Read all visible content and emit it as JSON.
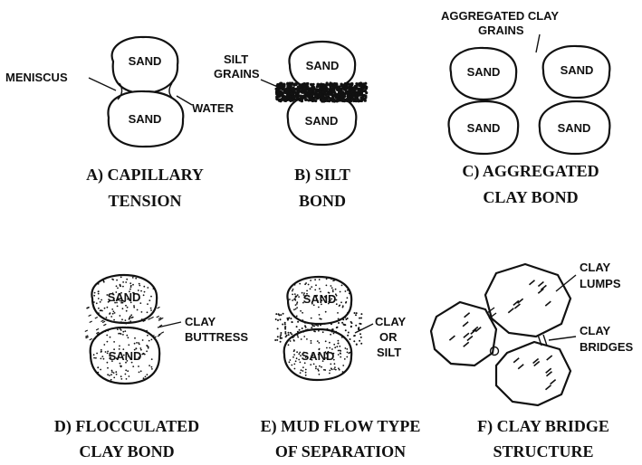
{
  "panels": {
    "a": {
      "caption_line1": "A) CAPILLARY",
      "caption_line2": "TENSION",
      "grain_top": "SAND",
      "grain_bottom": "SAND",
      "label_meniscus": "MENISCUS",
      "label_water": "WATER"
    },
    "b": {
      "caption_line1": "B) SILT",
      "caption_line2": "BOND",
      "grain_top": "SAND",
      "grain_bottom": "SAND",
      "label_line1": "SILT",
      "label_line2": "GRAINS"
    },
    "c": {
      "caption_line1": "C) AGGREGATED",
      "caption_line2": "CLAY BOND",
      "grain_1": "SAND",
      "grain_2": "SAND",
      "grain_3": "SAND",
      "grain_4": "SAND",
      "label_line1": "AGGREGATED  CLAY",
      "label_line2": "GRAINS"
    },
    "d": {
      "caption_line1": "D) FLOCCULATED",
      "caption_line2": "CLAY BOND",
      "grain_top": "SAND",
      "grain_bottom": "SAND",
      "label_line1": "CLAY",
      "label_line2": "BUTTRESS"
    },
    "e": {
      "caption_line1": "E) MUD FLOW TYPE",
      "caption_line2": "OF SEPARATION",
      "grain_top": "SAND",
      "grain_bottom": "SAND",
      "label_line1": "CLAY",
      "label_line2": "OR",
      "label_line3": "SILT"
    },
    "f": {
      "caption_line1": "F) CLAY BRIDGE",
      "caption_line2": "STRUCTURE",
      "lumps_line1": "CLAY",
      "lumps_line2": "LUMPS",
      "bridges_line1": "CLAY",
      "bridges_line2": "BRIDGES"
    }
  }
}
